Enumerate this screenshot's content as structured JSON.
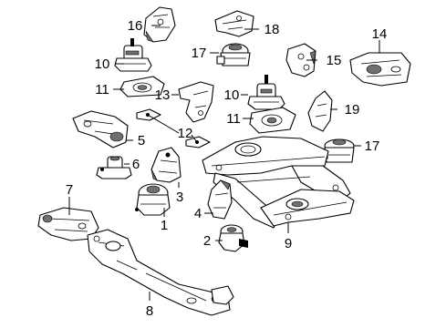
{
  "diagram": {
    "callouts": [
      "1",
      "2",
      "3",
      "4",
      "5",
      "6",
      "7",
      "8",
      "9",
      "10",
      "10",
      "11",
      "11",
      "12",
      "13",
      "14",
      "15",
      "16",
      "17",
      "17",
      "18",
      "19"
    ]
  }
}
